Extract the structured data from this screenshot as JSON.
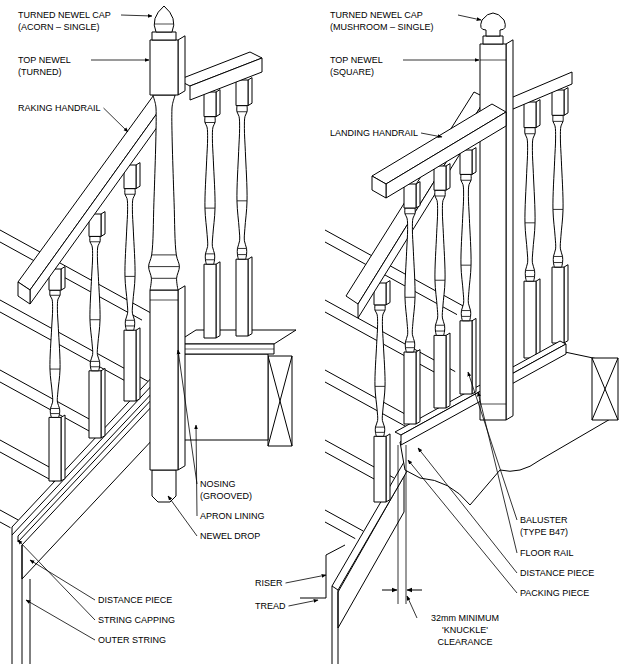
{
  "diagram": {
    "labels": [
      "TURNED NEWEL CAP (ACORN – SINGLE)",
      "TOP NEWEL (TURNED)",
      "RAKING HANDRAIL",
      "TURNED NEWEL CAP (MUSHROOM – SINGLE)",
      "TOP NEWEL (SQUARE)",
      "LANDING HANDRAIL",
      "NOSING (GROOVED)",
      "APRON LINING",
      "NEWEL DROP",
      "BALUSTER (TYPE B47)",
      "FLOOR RAIL",
      "DISTANCE PIECE",
      "PACKING PIECE",
      "RISER",
      "DISTANCE PIECE",
      "STRING CAPPING",
      "TREAD",
      "OUTER STRING",
      "32mm MINIMUM 'KNUCKLE' CLEARANCE"
    ]
  }
}
